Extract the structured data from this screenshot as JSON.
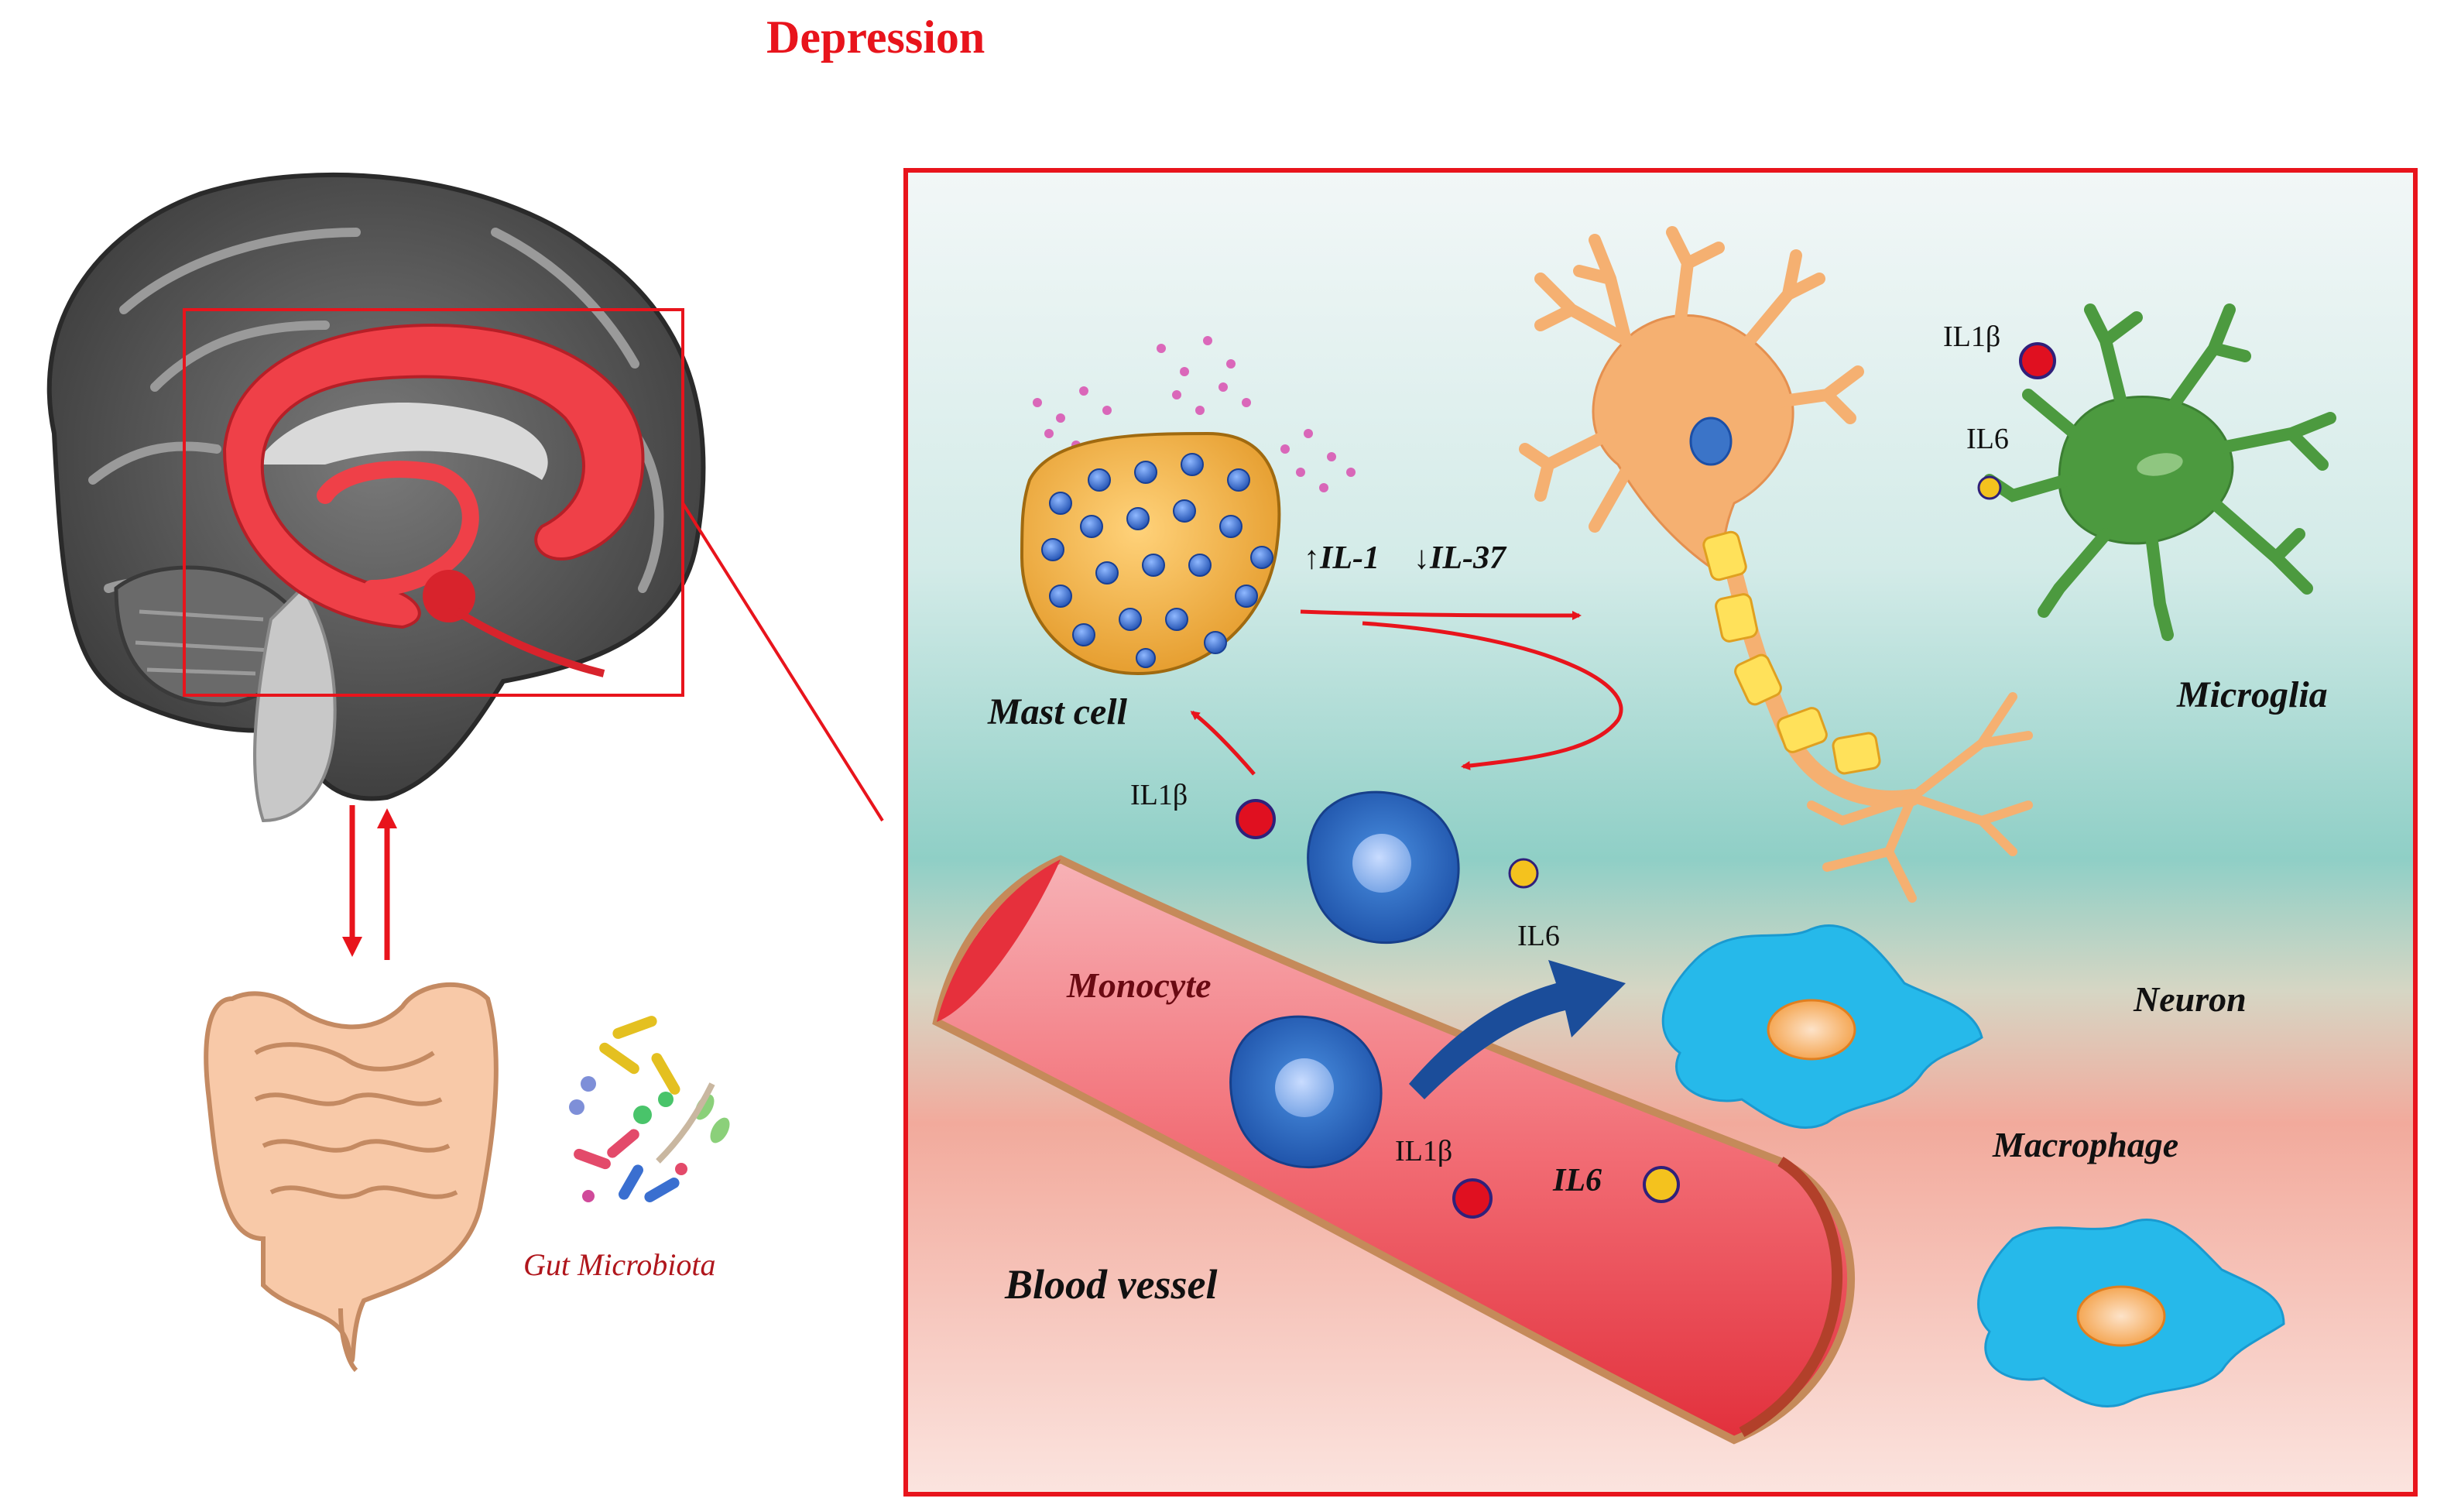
{
  "title": "Depression",
  "labels": {
    "mast_cell": "Mast cell",
    "microglia": "Microglia",
    "neuron": "Neuron",
    "macrophage": "Macrophage",
    "monocyte": "Monocyte",
    "blood_vessel": "Blood vessel",
    "gut_microbiota": "Gut Microbiota",
    "il1_up": "↑IL-1",
    "il37_down": "↓IL-37",
    "il1b_top": "IL1β",
    "il6_top": "IL6",
    "il1b_mid": "IL1β",
    "il6_mid": "IL6",
    "il1b_vessel": "IL1β",
    "il6_vessel": "IL6"
  },
  "colors": {
    "accent_red": "#e8141c",
    "il1b_dot": "#e01020",
    "il6_dot": "#f4c21e",
    "monocyte_blue": "#2d6fc6",
    "neuron_orange": "#f5b071",
    "microglia_green": "#4c9a3f",
    "macrophage_cyan": "#26b9ea",
    "vessel_red": "#f0515a"
  },
  "icons": [
    "brain-sagittal-icon",
    "intestine-icon",
    "bacteria-icon"
  ]
}
